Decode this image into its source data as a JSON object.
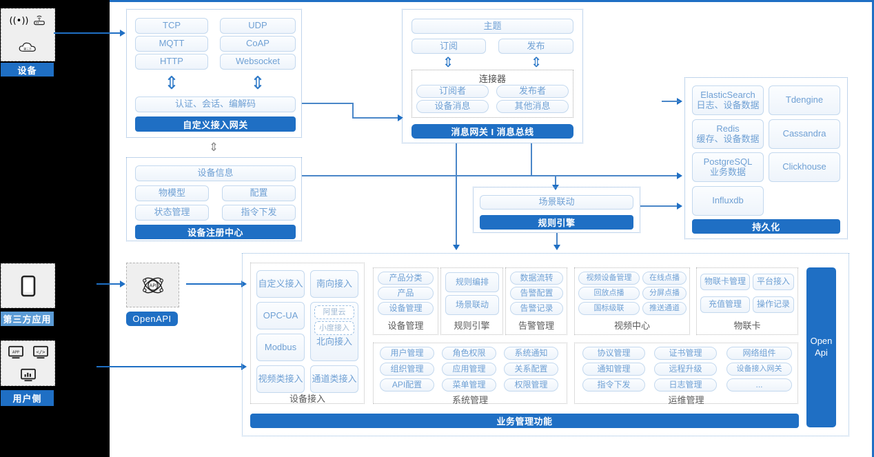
{
  "page": {
    "title": "IoT Platform Architecture Diagram",
    "accent": "#1f6fc4",
    "chip_border": "#c3d8ee",
    "chip_text": "#6fa0d4"
  },
  "sidebar": {
    "items": [
      {
        "id": "device",
        "label": "设备",
        "icons": [
          "signal-icon",
          "router-icon",
          "cloud-icon"
        ],
        "style": "dark"
      },
      {
        "id": "third-party-app",
        "label": "第三方应用",
        "icons": [
          "mobile-icon"
        ],
        "style": "light"
      },
      {
        "id": "user-side",
        "label": "用户侧",
        "icons": [
          "app-window-icon",
          "code-window-icon",
          "dashboard-icon"
        ],
        "style": "dark"
      }
    ]
  },
  "openapi": {
    "icon": "api-atom-icon",
    "icon_label": "API",
    "label": "OpenAPI"
  },
  "gateway": {
    "protocols": [
      "TCP",
      "UDP",
      "MQTT",
      "CoAP",
      "HTTP",
      "Websocket"
    ],
    "middle": "认证、会话、编解码",
    "bar": "自定义接入网关",
    "arrow_glyph": "⇕"
  },
  "message_bus": {
    "topic": "主题",
    "subscribe": "订阅",
    "publish": "发布",
    "arrow_glyph": "⇕",
    "connector_title": "连接器",
    "connector_items": [
      "订阅者",
      "发布者",
      "设备消息",
      "其他消息"
    ],
    "bar": "消息网关 I 消息总线"
  },
  "registry": {
    "header": "设备信息",
    "items": [
      "物模型",
      "配置",
      "状态管理",
      "指令下发"
    ],
    "bar": "设备注册中心",
    "link_glyph": "⇕"
  },
  "rule_engine": {
    "item": "场景联动",
    "bar": "规则引擎"
  },
  "persistence": {
    "items": [
      {
        "name": "ElasticSearch",
        "sub": "日志、设备数据"
      },
      {
        "name": "Tdengine",
        "sub": ""
      },
      {
        "name": "Redis",
        "sub": "缓存、设备数据"
      },
      {
        "name": "Cassandra",
        "sub": ""
      },
      {
        "name": "PostgreSQL",
        "sub": "业务数据"
      },
      {
        "name": "Clickhouse",
        "sub": ""
      },
      {
        "name": "Influxdb",
        "sub": ""
      }
    ],
    "bar": "持久化"
  },
  "business": {
    "bottom_bar": "业务管理功能",
    "open_api_bar": "Open\nApi",
    "open_api_line1": "Open",
    "open_api_line2": "Api",
    "groups": [
      {
        "id": "device-access",
        "caption": "设备接入",
        "chips": [
          "自定义接入",
          "南向接入",
          "OPC-UA",
          "Modbus",
          "视频类接入",
          "通道类接入"
        ],
        "nested": [
          "阿里云",
          "小度接入"
        ],
        "nested_parent": "北向接入"
      },
      {
        "id": "device-management",
        "caption": "设备管理",
        "chips": [
          "产品分类",
          "产品",
          "设备管理"
        ]
      },
      {
        "id": "rule-engine",
        "caption": "规则引擎",
        "chips": [
          "规则编排",
          "场景联动"
        ]
      },
      {
        "id": "alarm-management",
        "caption": "告警管理",
        "chips": [
          "数据流转",
          "告警配置",
          "告警记录"
        ]
      },
      {
        "id": "video-center",
        "caption": "视频中心",
        "chips": [
          "视频设备管理",
          "在线点播",
          "回放点播",
          "分屏点播",
          "国标级联",
          "推送通道"
        ]
      },
      {
        "id": "iot-card",
        "caption": "物联卡",
        "chips": [
          "物联卡管理",
          "平台接入",
          "充值管理",
          "操作记录"
        ]
      },
      {
        "id": "system-management",
        "caption": "系统管理",
        "chips": [
          "用户管理",
          "角色权限",
          "系统通知",
          "组织管理",
          "应用管理",
          "关系配置",
          "API配置",
          "菜单管理",
          "权限管理"
        ]
      },
      {
        "id": "ops-management",
        "caption": "运维管理",
        "chips": [
          "协议管理",
          "证书管理",
          "网络组件",
          "通知管理",
          "远程升级",
          "设备接入网关",
          "指令下发",
          "日志管理",
          "..."
        ]
      }
    ]
  }
}
